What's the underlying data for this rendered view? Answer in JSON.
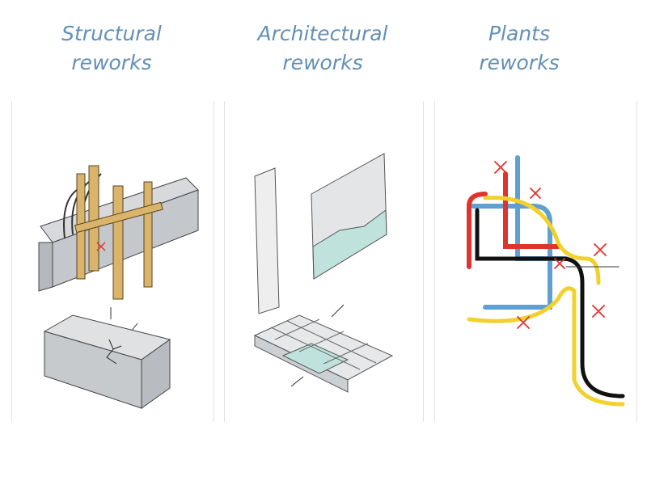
{
  "panels": [
    {
      "title_line1": "Structural",
      "title_line2": "reworks"
    },
    {
      "title_line1": "Architectural",
      "title_line2": "reworks"
    },
    {
      "title_line1": "Plants",
      "title_line2": "reworks"
    }
  ],
  "colors": {
    "title": "#6390b6",
    "pipe_red": "#e0332e",
    "pipe_blue": "#5e9fd4",
    "pipe_yellow": "#f2d12c",
    "timber": "#d9b46a",
    "tile_accent": "#bfe3dc"
  }
}
